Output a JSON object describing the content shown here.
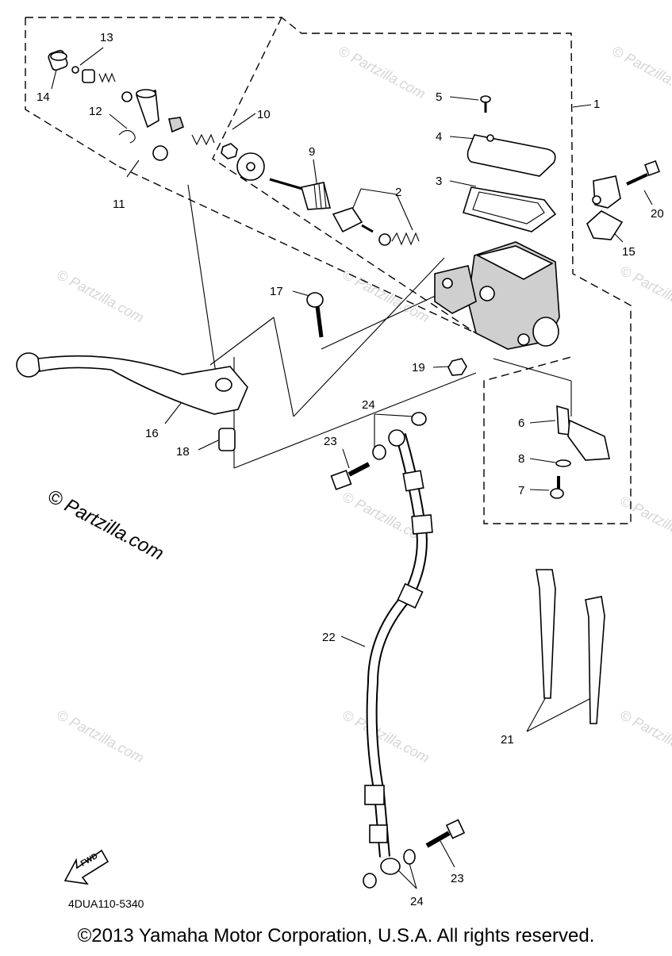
{
  "diagram": {
    "callouts": [
      "1",
      "2",
      "3",
      "4",
      "5",
      "6",
      "7",
      "8",
      "9",
      "10",
      "11",
      "12",
      "13",
      "14",
      "15",
      "16",
      "17",
      "18",
      "19",
      "20",
      "21",
      "22",
      "23",
      "23",
      "24",
      "24"
    ],
    "fwd_label": "FWD",
    "diagram_code": "4DUA110-5340",
    "copyright": "©2013  Yamaha Motor Corporation, U.S.A. All rights reserved.",
    "watermark_big": "© Partzilla.com",
    "watermark_small": "© Partzilla.com"
  }
}
